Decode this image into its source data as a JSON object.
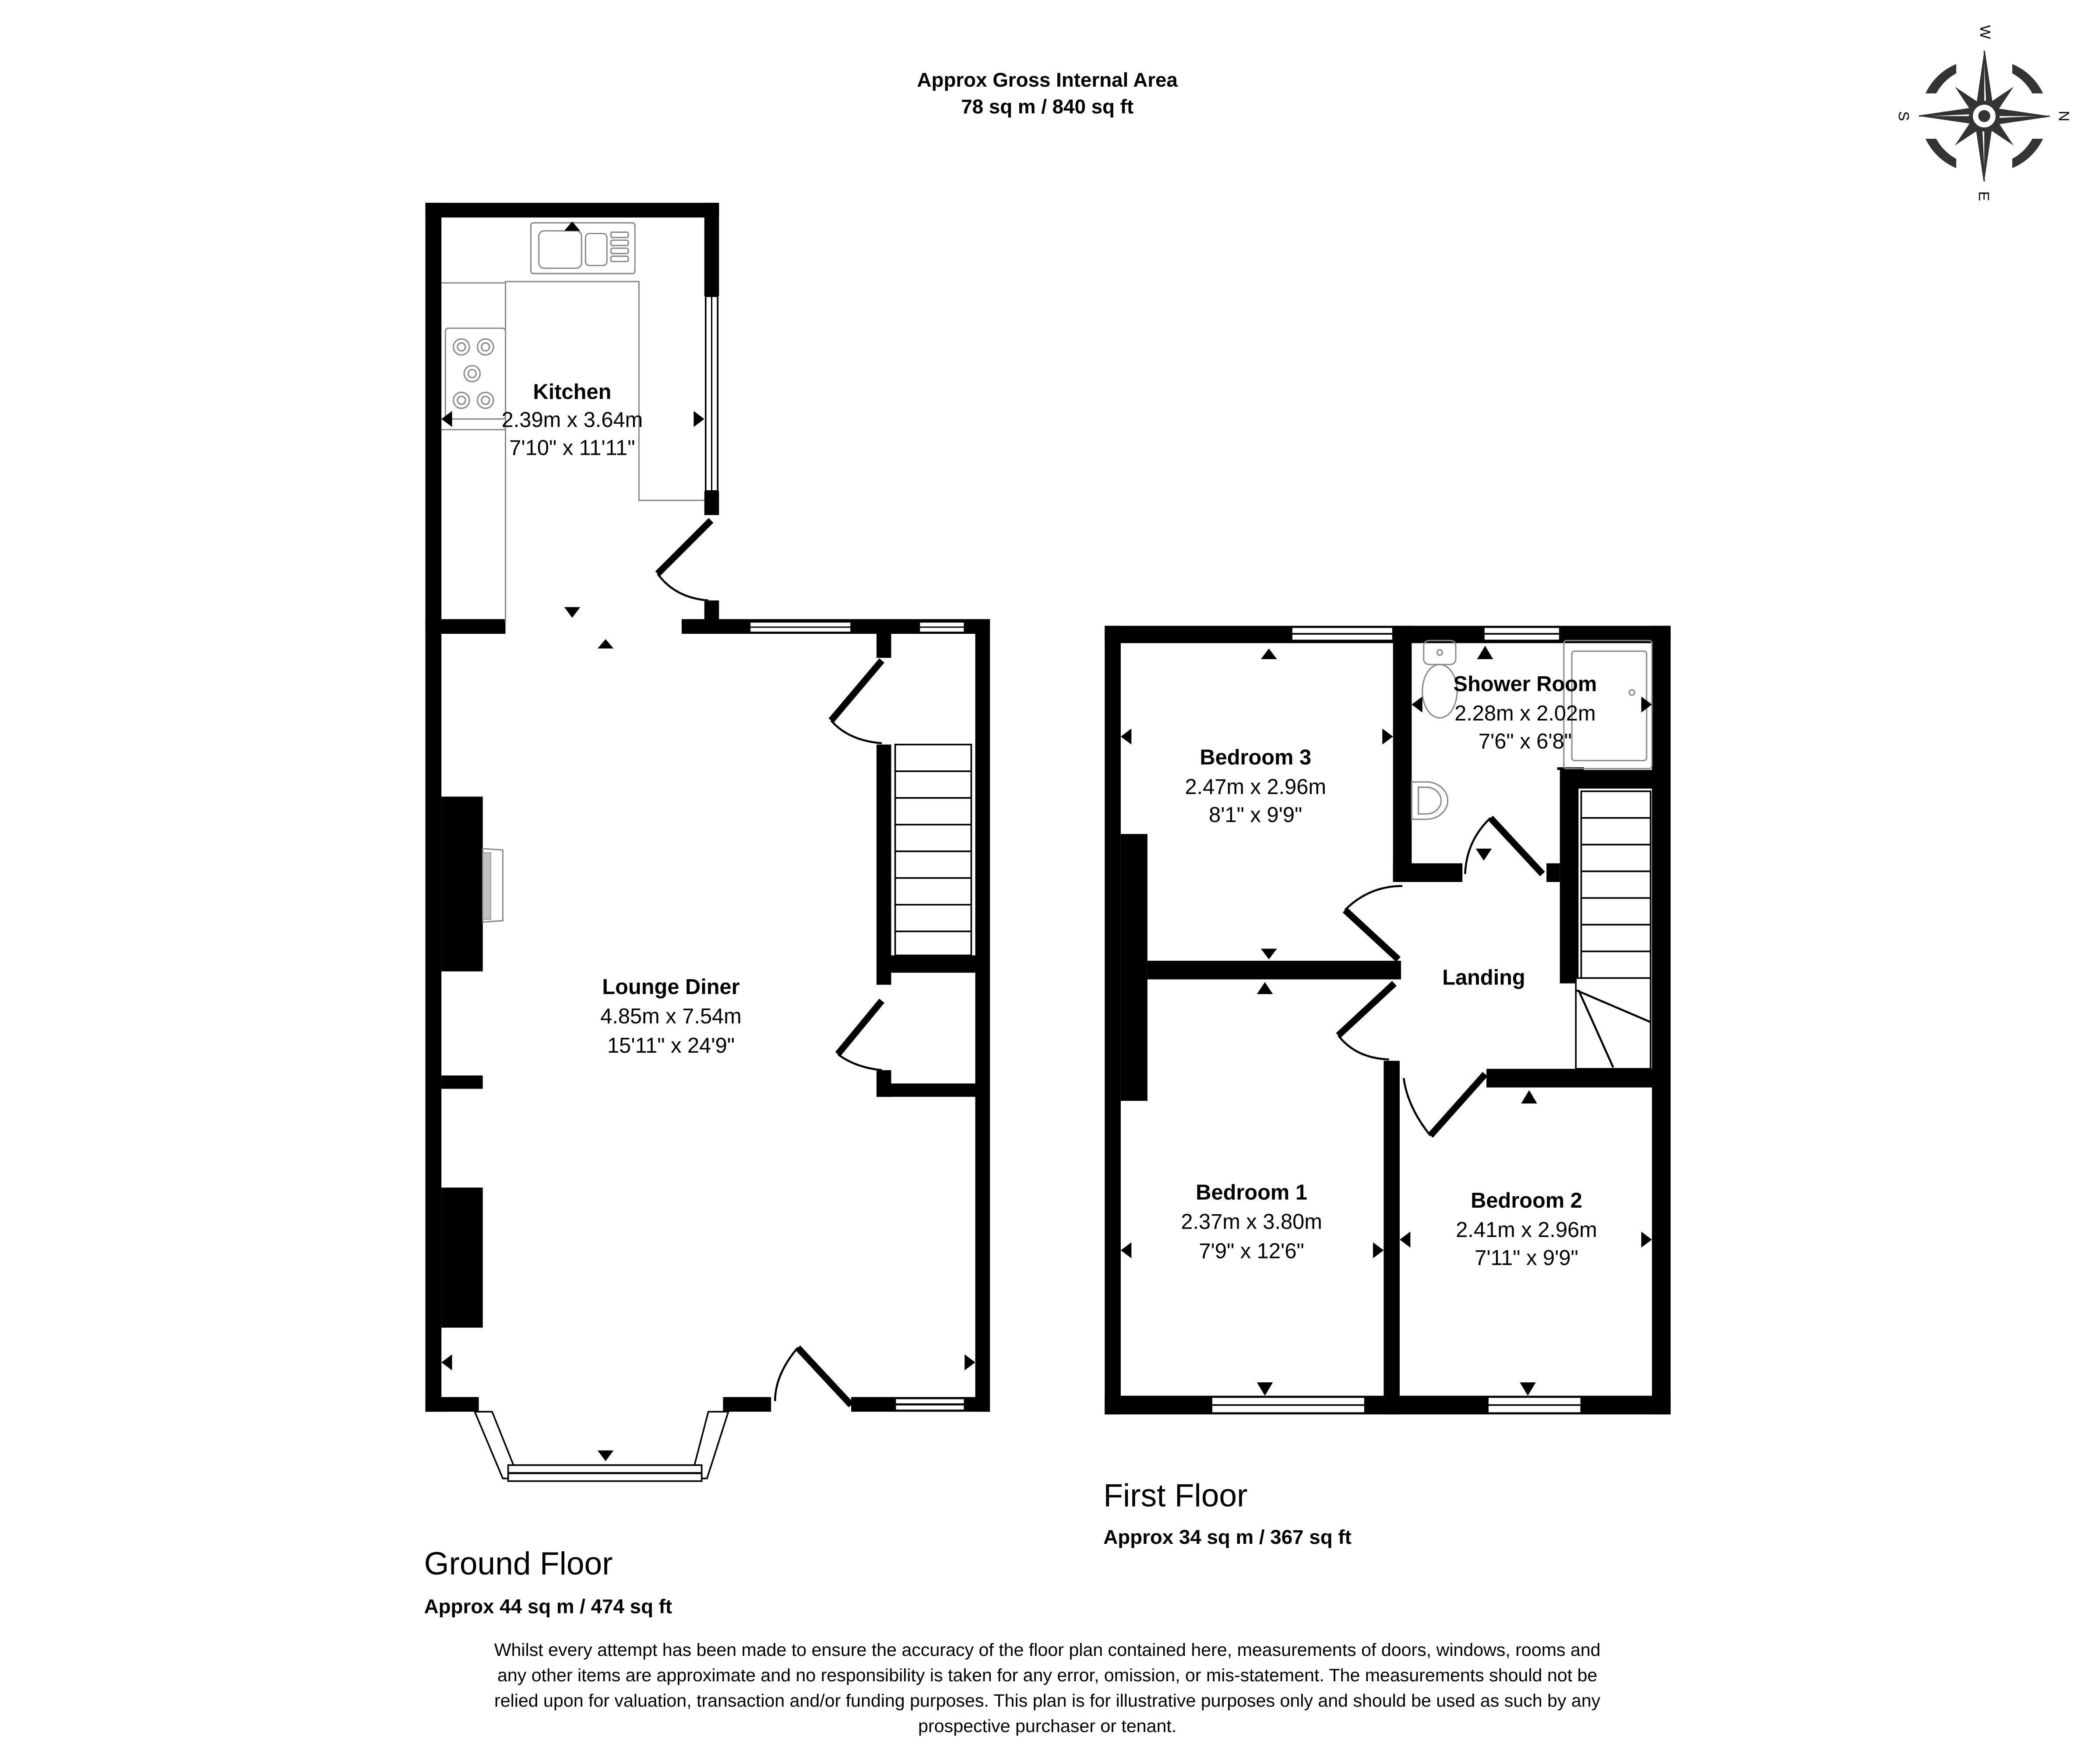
{
  "header": {
    "title": "Approx Gross Internal Area",
    "total_area": "78 sq m / 840 sq ft"
  },
  "compass": {
    "labels": {
      "top": "W",
      "right": "N",
      "bottom": "E",
      "left": "S"
    },
    "icon": "compass-rose-icon"
  },
  "floors": [
    {
      "name": "Ground Floor",
      "area": "Approx 44 sq m / 474 sq ft",
      "rooms": [
        {
          "name": "Kitchen",
          "metric": "2.39m x 3.64m",
          "imperial": "7'10\" x 11'11\""
        },
        {
          "name": "Lounge Diner",
          "metric": "4.85m x 7.54m",
          "imperial": "15'11\" x 24'9\""
        }
      ]
    },
    {
      "name": "First Floor",
      "area": "Approx 34 sq m / 367 sq ft",
      "rooms": [
        {
          "name": "Bedroom 3",
          "metric": "2.47m x 2.96m",
          "imperial": "8'1\" x 9'9\""
        },
        {
          "name": "Shower Room",
          "metric": "2.28m x 2.02m",
          "imperial": "7'6\" x 6'8\""
        },
        {
          "name": "Landing",
          "metric": "",
          "imperial": ""
        },
        {
          "name": "Bedroom 1",
          "metric": "2.37m x 3.80m",
          "imperial": "7'9\" x 12'6\""
        },
        {
          "name": "Bedroom 2",
          "metric": "2.41m x 2.96m",
          "imperial": "7'11\" x 9'9\""
        }
      ]
    }
  ],
  "disclaimer": {
    "lines": [
      "Whilst every attempt has been made to ensure the accuracy of the floor plan contained here, measurements of doors, windows, rooms and",
      "any other items are approximate and no responsibility is taken for any error, omission, or mis-statement. The measurements should not be",
      "relied upon for valuation, transaction and/or funding purposes. This plan is for illustrative purposes only and should be used as such by any",
      "prospective purchaser or tenant."
    ]
  }
}
